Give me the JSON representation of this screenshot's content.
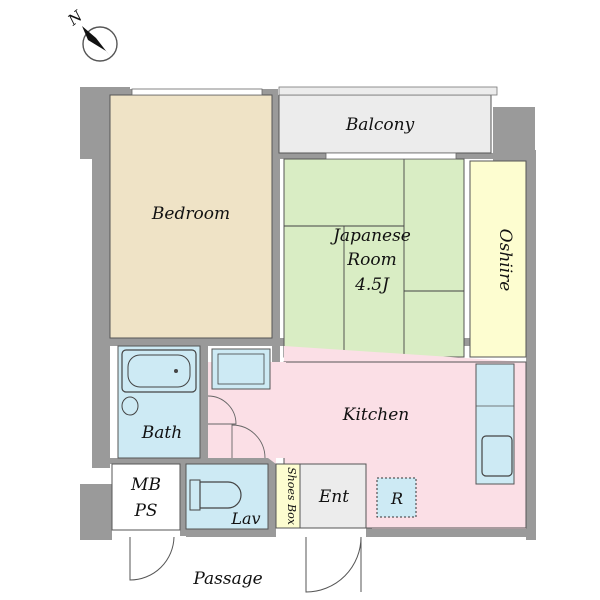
{
  "compass": {
    "letter": "N"
  },
  "rooms": {
    "balcony": "Balcony",
    "bedroom": "Bedroom",
    "japanese_line1": "Japanese",
    "japanese_line2": "Room",
    "japanese_line3": "4.5J",
    "oshiire": "Oshiire",
    "kitchen": "Kitchen",
    "bath": "Bath",
    "mb": "MB",
    "ps": "PS",
    "lav": "Lav",
    "shoes_box": "Shoes Box",
    "ent": "Ent",
    "refrigerator": "R",
    "passage": "Passage"
  },
  "colors": {
    "bedroom": "#efe3c6",
    "balcony": "#ececec",
    "japanese": "#d9edc4",
    "oshiire": "#fdfdd0",
    "kitchen": "#fbdfe6",
    "bath": "#cdeaf4",
    "lav": "#cdeaf4",
    "shoes_box": "#fdfdd0",
    "ent": "#ececec",
    "wall": "#9a9a9a"
  }
}
